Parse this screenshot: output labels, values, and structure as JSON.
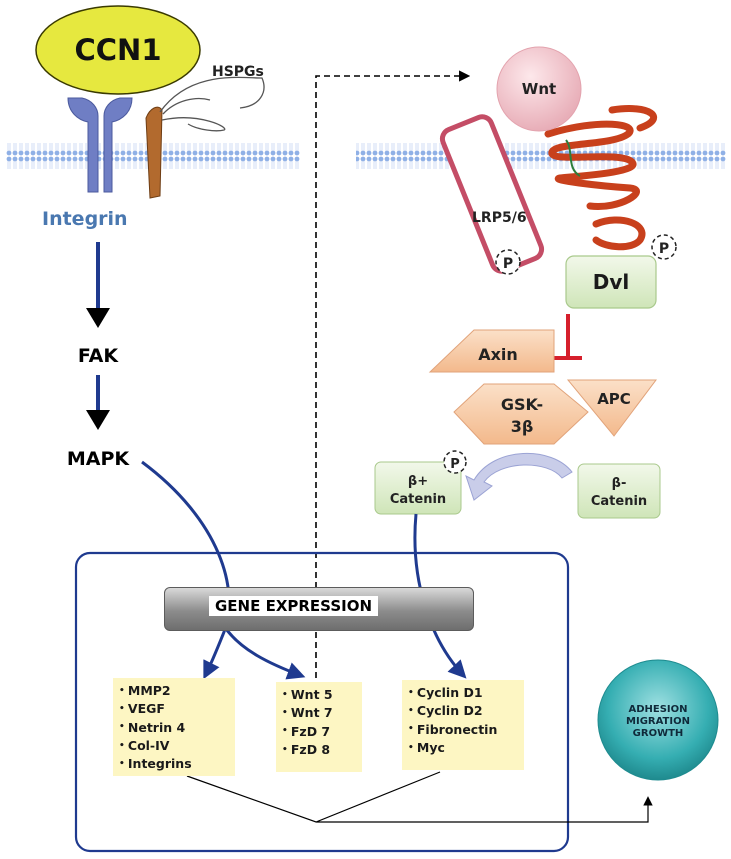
{
  "ccn1": "CCN1",
  "hspgs": "HSPGs",
  "integrin": "Integrin",
  "fak": "FAK",
  "mapk": "MAPK",
  "wnt": "Wnt",
  "lrp": "LRP5/6",
  "dvl": "Dvl",
  "axin": "Axin",
  "apc": "APC",
  "gsk_line1": "GSK-",
  "gsk_line2": "3β",
  "phospho": "P",
  "catenin_p_line1": "β+",
  "catenin_p_line2": "Catenin",
  "catenin_line1": "β-",
  "catenin_line2": "Catenin",
  "gene_expression": "GENE EXPRESSION",
  "group1": [
    "MMP2",
    "VEGF",
    "Netrin 4",
    "Col-IV",
    "Integrins"
  ],
  "group2": [
    "Wnt 5",
    "Wnt 7",
    "FzD 7",
    "FzD 8"
  ],
  "group3": [
    "Cyclin D1",
    "Cyclin D2",
    "Fibronectin",
    "Myc"
  ],
  "outcome": [
    "ADHESION",
    "MIGRATION",
    "GROWTH"
  ],
  "colors": {
    "membrane": "#9db7e6",
    "integrin": "#6f7ec4",
    "ccn1": "#e8ea4a",
    "wnt": "#f3c9cf",
    "frizzled": "#c8401c",
    "lrp": "#c44d66",
    "node_green": "#dfeecf",
    "peach": "#f6c9a5",
    "arrow_blue": "#1f3a8f",
    "inhibit_red": "#d61f2c",
    "gene_box": "#fdf6c3",
    "outcome": "#2fa5aa"
  }
}
